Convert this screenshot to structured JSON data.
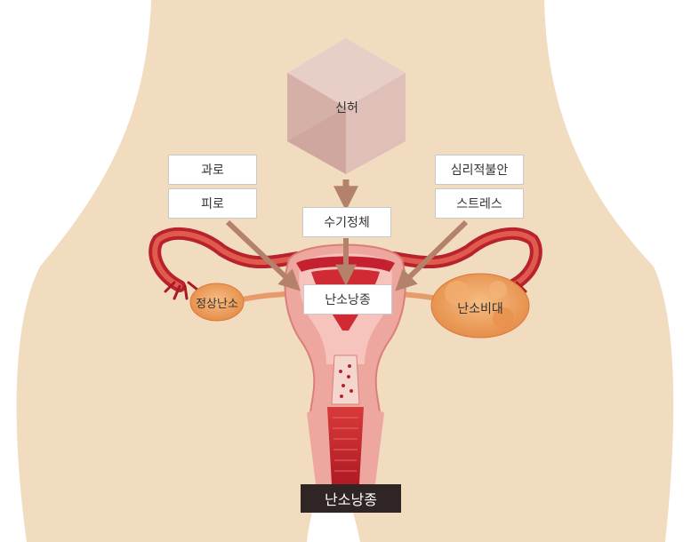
{
  "labels": {
    "cause_top": "신허",
    "cause_left_1": "과로",
    "cause_left_2": "피로",
    "cause_right_1": "심리적불안",
    "cause_right_2": "스트레스",
    "center_stagnation": "수기정체",
    "center_result": "난소낭종",
    "normal_ovary": "정상난소",
    "enlarged_ovary": "난소비대",
    "bottom_title": "난소낭종"
  },
  "colors": {
    "skin": "#f2dcc0",
    "background": "#ffffff",
    "arrow": "#b4826a",
    "uterus_red": "#c5202f",
    "uterus_pink": "#eea79f",
    "ovary_orange": "#f0a05a",
    "hexagon": "#d7b5ad",
    "dark_label": "#2f2524"
  }
}
